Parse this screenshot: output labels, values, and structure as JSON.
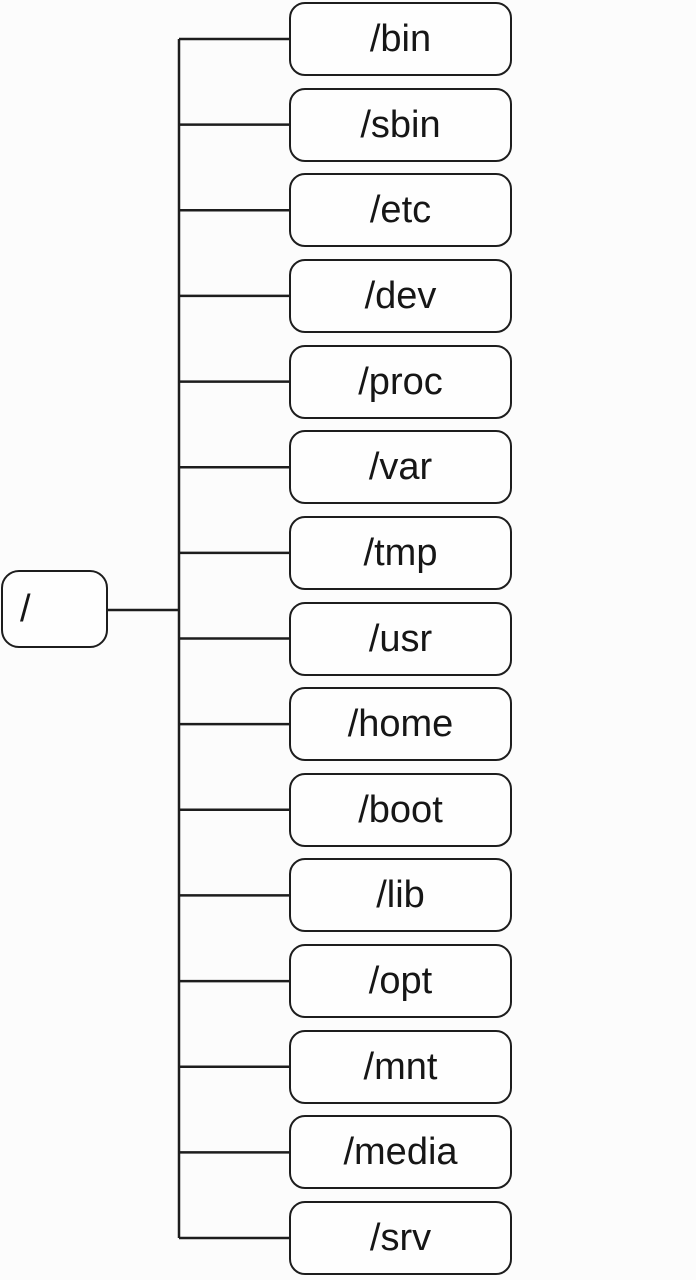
{
  "diagram": {
    "root": {
      "label": "/"
    },
    "directories": [
      {
        "label": "/bin"
      },
      {
        "label": "/sbin"
      },
      {
        "label": "/etc"
      },
      {
        "label": "/dev"
      },
      {
        "label": "/proc"
      },
      {
        "label": "/var"
      },
      {
        "label": "/tmp"
      },
      {
        "label": "/usr"
      },
      {
        "label": "/home"
      },
      {
        "label": "/boot"
      },
      {
        "label": "/lib"
      },
      {
        "label": "/opt"
      },
      {
        "label": "/mnt"
      },
      {
        "label": "/media"
      },
      {
        "label": "/srv"
      }
    ],
    "colors": {
      "background": "#fcfcfc",
      "node_fill": "#fefefe",
      "line": "#1d1d1d",
      "text": "#161616"
    }
  }
}
